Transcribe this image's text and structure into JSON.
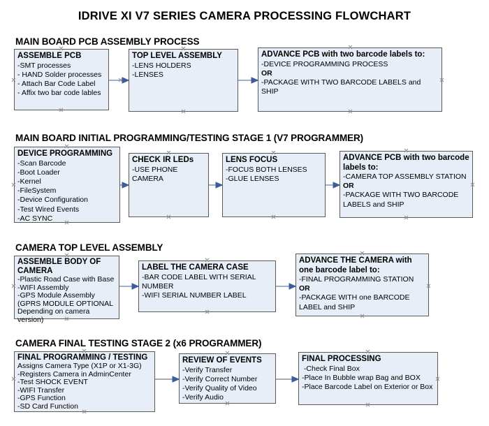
{
  "document": {
    "title": "IDRIVE XI V7 SERIES CAMERA PROCESSING FLOWCHART"
  },
  "sections": [
    {
      "id": "main-board-pcb-assembly-process",
      "header": "MAIN BOARD PCB ASSEMBLY PROCESS",
      "nodes": [
        {
          "id": "assemble-pcb",
          "title": "ASSEMBLE PCB",
          "lines": [
            {
              "text": "-SMT processes",
              "bold": false
            },
            {
              "text": "- HAND Solder processes",
              "bold": false
            },
            {
              "text": "- Attach Bar Code Label",
              "bold": false
            },
            {
              "text": "- Affix two bar code lables",
              "bold": false
            }
          ]
        },
        {
          "id": "top-level-assembly",
          "title": "TOP LEVEL ASSEMBLY",
          "lines": [
            {
              "text": "-LENS HOLDERS",
              "bold": false
            },
            {
              "text": "-LENSES",
              "bold": false
            }
          ]
        },
        {
          "id": "advance-pcb-two-barcode-labels",
          "title": "ADVANCE PCB with two barcode labels to:",
          "lines": [
            {
              "text": "-DEVICE PROGRAMMING PROCESS",
              "bold": false
            },
            {
              "text": "OR",
              "bold": true
            },
            {
              "text": "-PACKAGE WITH TWO BARCODE LABELS and SHIP",
              "bold": false
            }
          ]
        }
      ]
    },
    {
      "id": "main-board-initial-programming-testing-stage-1",
      "header": "MAIN BOARD INITIAL PROGRAMMING/TESTING STAGE 1 (V7 PROGRAMMER)",
      "nodes": [
        {
          "id": "device-programming",
          "title": "DEVICE PROGRAMMING",
          "lines": [
            {
              "text": "-Scan Barcode",
              "bold": false
            },
            {
              "text": "-Boot Loader",
              "bold": false
            },
            {
              "text": "-Kernel",
              "bold": false
            },
            {
              "text": "-FileSystem",
              "bold": false
            },
            {
              "text": "-Device Configuration",
              "bold": false
            },
            {
              "text": "-Test Wired Events",
              "bold": false
            },
            {
              "text": "-AC SYNC",
              "bold": false
            }
          ]
        },
        {
          "id": "check-ir-leds",
          "title": "CHECK IR LEDs",
          "lines": [
            {
              "text": "-USE PHONE CAMERA",
              "bold": false
            }
          ]
        },
        {
          "id": "lens-focus",
          "title": "LENS FOCUS",
          "lines": [
            {
              "text": "-FOCUS BOTH LENSES",
              "bold": false
            },
            {
              "text": "-GLUE LENSES",
              "bold": false
            }
          ]
        },
        {
          "id": "advance-pcb-camera-top-assembly",
          "title": "ADVANCE PCB with two barcode labels to:",
          "lines": [
            {
              "text": "-CAMERA TOP ASSEMBLY STATION",
              "bold": false
            },
            {
              "text": "OR",
              "bold": true
            },
            {
              "text": "-PACKAGE WITH TWO BARCODE LABELS and SHIP",
              "bold": false
            }
          ]
        }
      ]
    },
    {
      "id": "camera-top-level-assembly",
      "header": "CAMERA TOP LEVEL ASSEMBLY",
      "nodes": [
        {
          "id": "assemble-body-of-camera",
          "title": "ASSEMBLE BODY OF CAMERA",
          "lines": [
            {
              "text": "-Plastic Road Case with Base",
              "bold": false
            },
            {
              "text": "-WIFI Assembly",
              "bold": false
            },
            {
              "text": "-GPS Module Assembly",
              "bold": false
            },
            {
              "text": "(GPRS MODULE OPTIONAL",
              "bold": false
            },
            {
              "text": "Depending on camera version)",
              "bold": false
            }
          ]
        },
        {
          "id": "label-the-camera-case",
          "title": "LABEL THE CAMERA CASE",
          "lines": [
            {
              "text": "-BAR CODE LABEL WITH SERIAL NUMBER",
              "bold": false
            },
            {
              "text": "-WIFI SERIAL NUMBER LABEL",
              "bold": false
            }
          ]
        },
        {
          "id": "advance-the-camera-one-barcode-label",
          "title": "ADVANCE THE CAMERA with one barcode label to:",
          "lines": [
            {
              "text": "-FINAL PROGRAMMING STATION",
              "bold": false
            },
            {
              "text": "OR",
              "bold": true
            },
            {
              "text": "-PACKAGE WITH one BARCODE LABEL and SHIP",
              "bold": false
            }
          ]
        }
      ]
    },
    {
      "id": "camera-final-testing-stage-2",
      "header": "CAMERA FINAL TESTING STAGE 2 (x6 PROGRAMMER)",
      "nodes": [
        {
          "id": "final-programming-testing",
          "title": "FINAL PROGRAMMING / TESTING",
          "lines": [
            {
              "text": "Assigns Camera Type (X1P or X1-3G)",
              "bold": false
            },
            {
              "text": "-Registers Camera in AdminCenter",
              "bold": false
            },
            {
              "text": "-Test SHOCK EVENT",
              "bold": false
            },
            {
              "text": "-WIFI Transfer",
              "bold": false
            },
            {
              "text": "-GPS Function",
              "bold": false
            },
            {
              "text": "-SD Card Function",
              "bold": false
            }
          ]
        },
        {
          "id": "review-of-events",
          "title": "REVIEW OF EVENTS",
          "lines": [
            {
              "text": "-Verify Transfer",
              "bold": false
            },
            {
              "text": "-Verify Correct Number",
              "bold": false
            },
            {
              "text": "-Verify Quality of Video",
              "bold": false
            },
            {
              "text": "-Verify Audio",
              "bold": false
            }
          ]
        },
        {
          "id": "final-processing",
          "title": "FINAL PROCESSING",
          "lines": [
            {
              "text": " -Check Final Box",
              "bold": false
            },
            {
              "text": "-Place In Bubble wrap Bag and BOX",
              "bold": false
            },
            {
              "text": "-Place Barcode Label on Exterior or Box",
              "bold": false
            }
          ]
        }
      ]
    }
  ],
  "style": {
    "node_fill": "#e8eef7",
    "node_border": "#5a5a5a",
    "connector_color": "#7f96bd",
    "text_color": "#000000"
  }
}
